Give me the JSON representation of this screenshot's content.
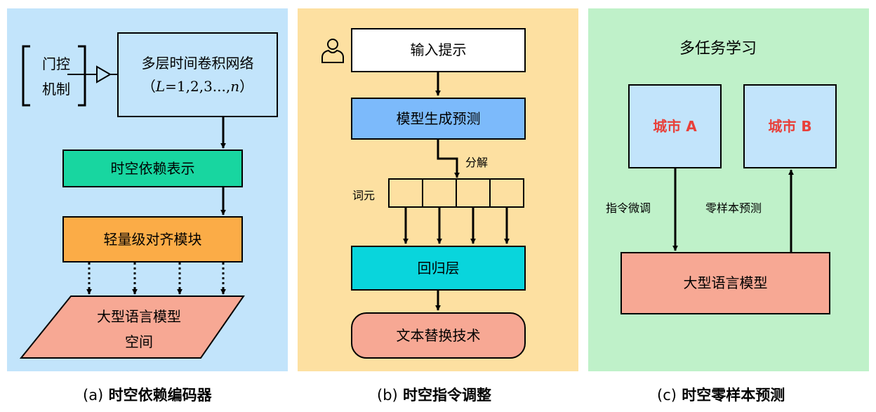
{
  "colors": {
    "panel_a": "#c2e4fb",
    "panel_b": "#fde0a1",
    "panel_c": "#bff1c9",
    "teal_box": "#18d6a0",
    "orange_box": "#fbac47",
    "salmon_box": "#f7a894",
    "blue_box": "#7cbafb",
    "cyan_box": "#09d5dc",
    "city_box": "#c2e4fb",
    "city_text": "#e8403a"
  },
  "panel_a": {
    "gate_label_line1": "门控",
    "gate_label_line2": "机制",
    "tcn_line1": "多层时间卷积网络",
    "tcn_formula_prefix": "（",
    "tcn_formula_var": "L",
    "tcn_formula_values": "=1,2,3...,",
    "tcn_formula_n": "n",
    "tcn_formula_suffix": "）",
    "st_repr": "时空依赖表示",
    "align": "轻量级对齐模块",
    "llm_space_line1": "大型语言模型",
    "llm_space_line2": "空间",
    "caption_marker": "(a)",
    "caption_text": "时空依赖编码器"
  },
  "panel_b": {
    "input_prompt": "输入提示",
    "model_predict": "模型生成预测",
    "decompose": "分解",
    "tokens": "词元",
    "regression": "回归层",
    "text_replace": "文本替换技术",
    "user_icon": "user-icon",
    "caption_marker": "(b)",
    "caption_text": "时空指令调整"
  },
  "panel_c": {
    "title": "多任务学习",
    "city_a": "城市 A",
    "city_b": "城市 B",
    "fine_tune": "指令微调",
    "zero_shot": "零样本预测",
    "llm": "大型语言模型",
    "caption_marker": "(c)",
    "caption_text": "时空零样本预测"
  }
}
